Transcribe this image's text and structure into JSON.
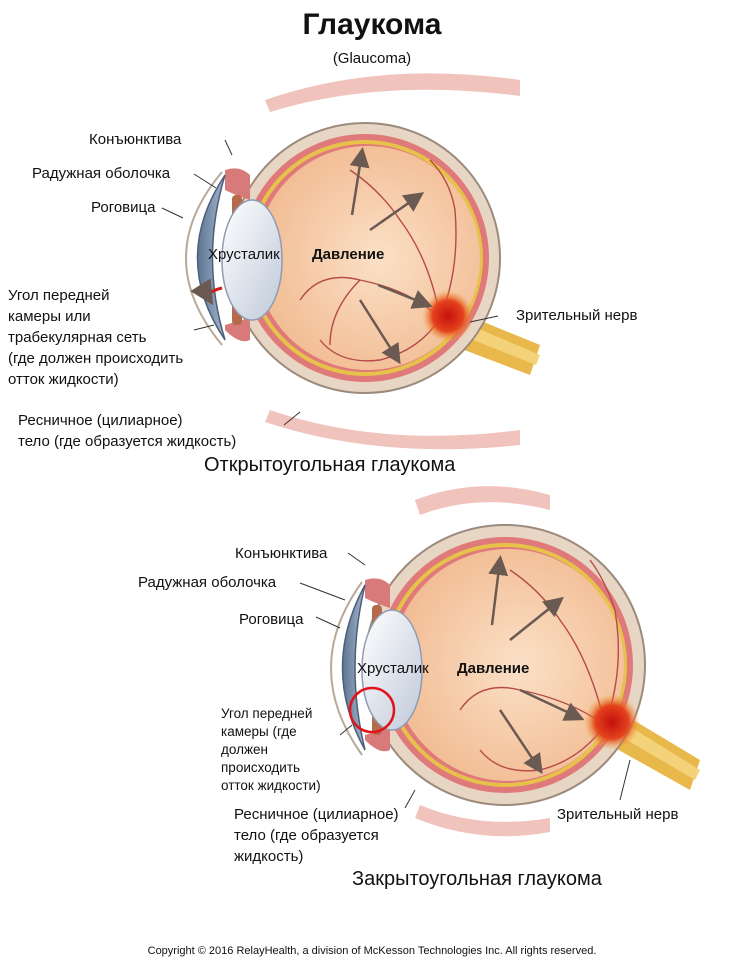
{
  "title": "Глаукома",
  "subtitle": "(Glaucoma)",
  "diagrams": [
    {
      "caption": "Открытоугольная глаукома",
      "labels": {
        "conjunctiva": "Конъюнктива",
        "iris": "Радужная оболочка",
        "cornea": "Роговица",
        "lens": "Хрусталик",
        "pressure": "Давление",
        "optic_nerve": "Зрительный нерв",
        "angle": "Угол передней\nкамеры или\nтрабекулярная сеть\n(где должен происходить\nотток жидкости)",
        "ciliary_body": "Ресничное (цилиарное)\nтело (где образуется жидкость)"
      }
    },
    {
      "caption": "Закрытоугольная глаукома",
      "labels": {
        "conjunctiva": "Конъюнктива",
        "iris": "Радужная оболочка",
        "cornea": "Роговица",
        "lens": "Хрусталик",
        "pressure": "Давление",
        "optic_nerve": "Зрительный нерв",
        "angle": "Угол передней\nкамеры (где\nдолжен\nпроисходить\nотток жидкости)",
        "ciliary_body": "Ресничное (цилиарное)\nтело (где образуется\nжидкость)"
      }
    }
  ],
  "copyright": "Copyright © 2016 RelayHealth, a division of McKesson Technologies Inc. All rights reserved.",
  "colors": {
    "sclera": "#e8d6c4",
    "choroid": "#e07a7a",
    "retina_yellow": "#e6c24a",
    "vitreous": "#f6c9a4",
    "lens": "#dde3ee",
    "cornea": "#7e95b3",
    "nerve": "#e9b84a",
    "nerve_spot": "#d21a1a",
    "arrows": "#6b5a52",
    "highlight_circle": "#e0141a"
  }
}
